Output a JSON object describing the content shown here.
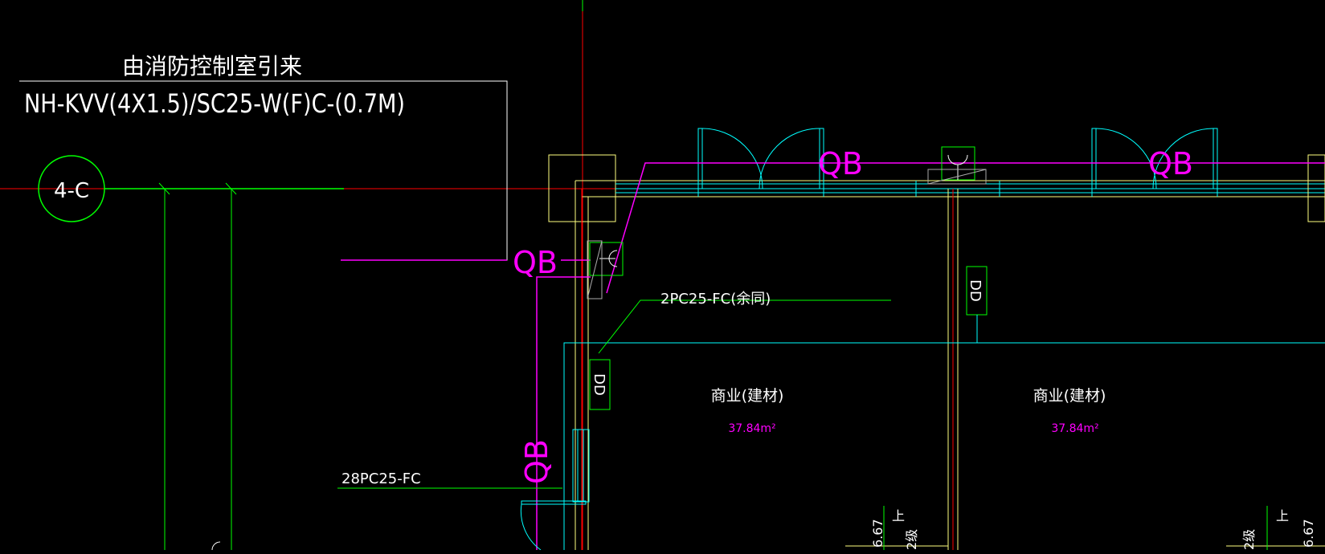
{
  "colors": {
    "background": "#000000",
    "white": "#ffffff",
    "green": "#00ff00",
    "magenta": "#ff00ff",
    "cyan": "#00ffff",
    "red": "#ff0000",
    "yellow": "#ffff7f"
  },
  "annotations": {
    "source_label": "由消防控制室引来",
    "cable_spec": "NH-KVV(4X1.5)/SC25-W(F)C-(0.7M)",
    "grid_axis": "4-C",
    "conduit_upper": "2PC25-FC(余同)",
    "conduit_lower": "28PC25-FC"
  },
  "device_tags": {
    "qb_left": "QB",
    "qb_top1": "QB",
    "qb_top2": "QB",
    "qb_vertical": "QB",
    "dd_upper": "DD",
    "dd_lower": "DD"
  },
  "rooms": [
    {
      "name": "商业(建材)",
      "area": "37.84m²"
    },
    {
      "name": "商业(建材)",
      "area": "37.84m²"
    }
  ],
  "edge_marks": {
    "left_top": "上",
    "left_num": "6.67",
    "left_level": "2级",
    "right_top": "上",
    "right_num": "6.67",
    "right_level": "2级"
  }
}
